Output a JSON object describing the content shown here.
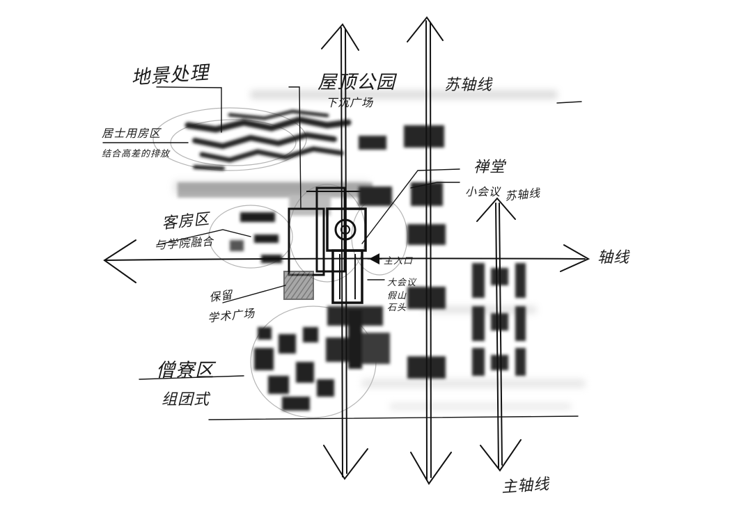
{
  "labels": {
    "landscape": "地景处理",
    "rooftop_line1": "屋顶公园",
    "rooftop_line2": "下沉广场",
    "sub_axis_top": "苏轴线",
    "lay_zone_line1": "居士用房区",
    "lay_zone_line2": "结合高差的排放",
    "zen_hall": "禅堂",
    "small_meeting": "小会议",
    "sub_axis_right": "苏轴线",
    "guest_zone_line1": "客房区",
    "guest_zone_line2": "与学院融合",
    "axis_right": "轴线",
    "entrance": "主入口",
    "big_meeting": "大会议",
    "hall_line1": "假山",
    "hall_line2": "石头",
    "plaza_line1": "保留",
    "plaza_line2": "学术广场",
    "monk_zone_line1": "僧寮区",
    "monk_zone_line2": "组团式",
    "axis_bottom": "主轴线"
  }
}
